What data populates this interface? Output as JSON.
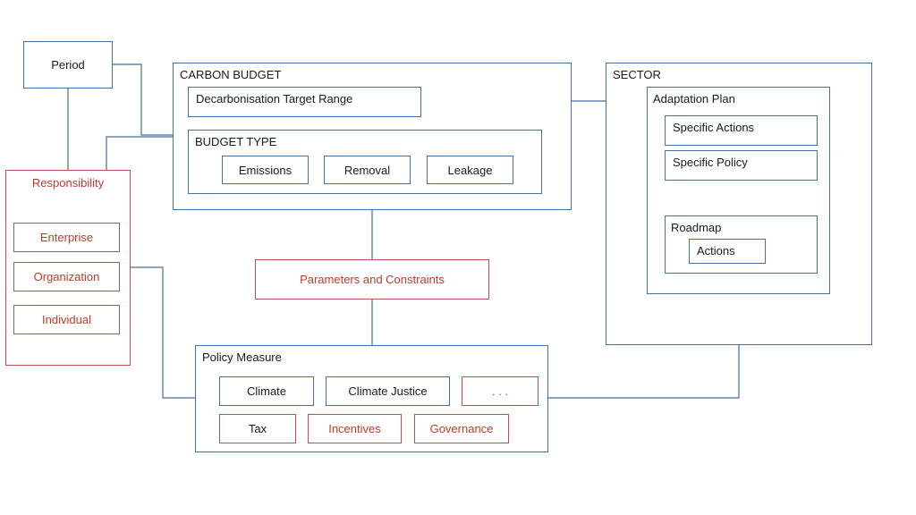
{
  "period": "Period",
  "carbon_budget": {
    "title": "CARBON BUDGET",
    "target_range": "Decarbonisation Target Range",
    "budget_type": {
      "title": "BUDGET TYPE",
      "items": [
        "Emissions",
        "Removal",
        "Leakage"
      ]
    }
  },
  "sector": {
    "title": "SECTOR",
    "adaptation_plan": {
      "title": "Adaptation Plan",
      "specific_actions": "Specific Actions",
      "specific_policy": "Specific Policy",
      "roadmap": {
        "title": "Roadmap",
        "actions": "Actions"
      }
    }
  },
  "responsibility": {
    "title": "Responsibility",
    "items": [
      "Enterprise",
      "Organization",
      "Individual"
    ]
  },
  "parameters": "Parameters and Constraints",
  "policy_measure": {
    "title": "Policy Measure",
    "row1": [
      "Climate",
      "Climate Justice",
      ". . ."
    ],
    "row2": [
      "Tax",
      "Incentives",
      "Governance"
    ]
  },
  "colors": {
    "blue_border": "#41719c",
    "red_border": "#c0504d",
    "red_text": "#c0392b"
  }
}
